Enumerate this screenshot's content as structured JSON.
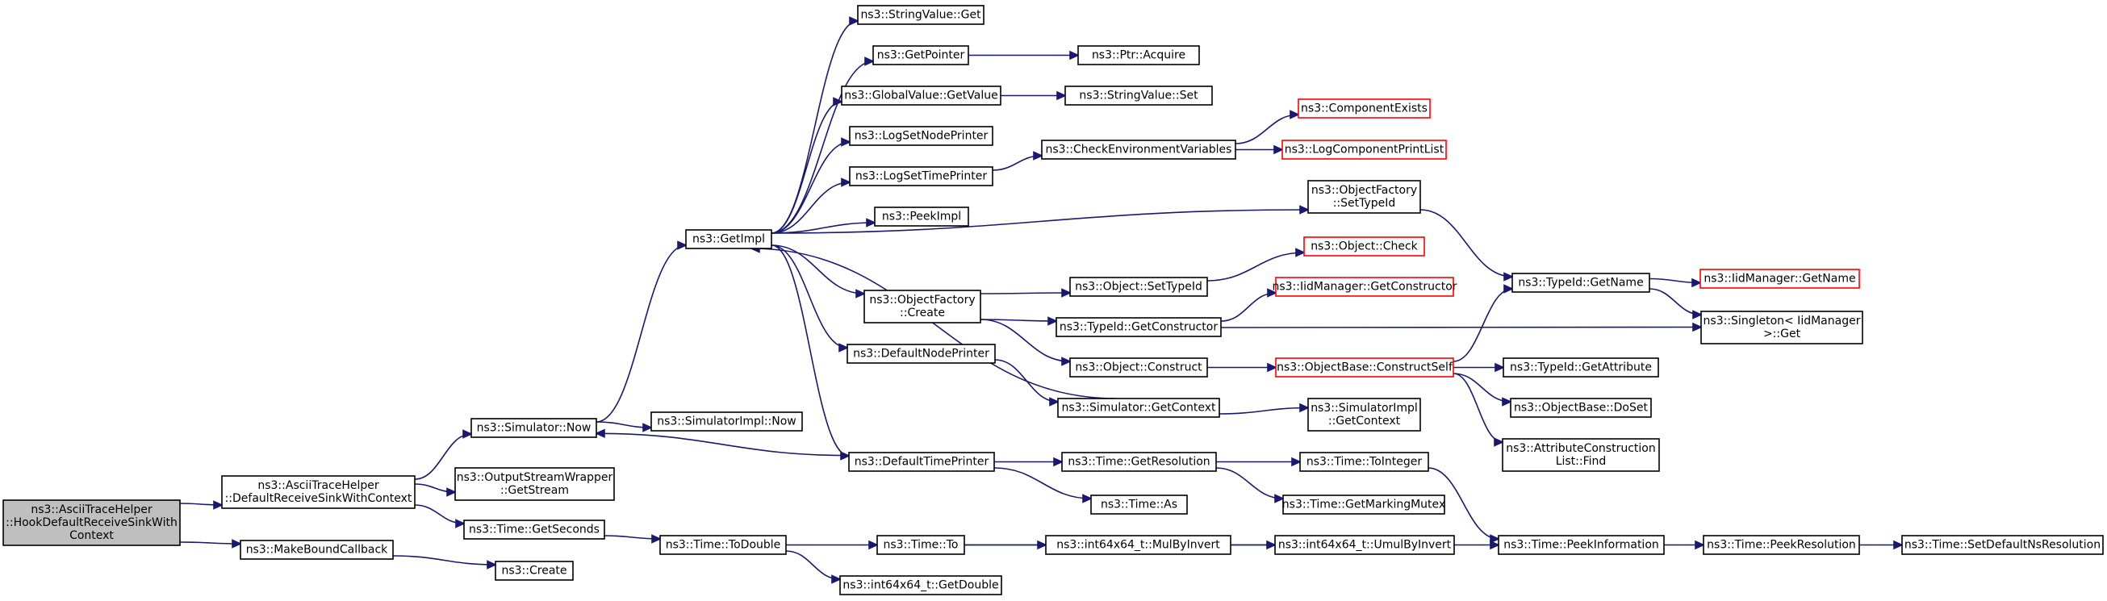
{
  "nodes": [
    {
      "id": "root",
      "lines": [
        "ns3::AsciiTraceHelper",
        "::HookDefaultReceiveSinkWith",
        "Context"
      ],
      "style": "root"
    },
    {
      "id": "drswc",
      "lines": [
        "ns3::AsciiTraceHelper",
        "::DefaultReceiveSinkWithContext"
      ]
    },
    {
      "id": "mbc",
      "lines": [
        "ns3::MakeBoundCallback"
      ]
    },
    {
      "id": "create",
      "lines": [
        "ns3::Create"
      ]
    },
    {
      "id": "simnow",
      "lines": [
        "ns3::Simulator::Now"
      ]
    },
    {
      "id": "oswgs",
      "lines": [
        "ns3::OutputStreamWrapper",
        "::GetStream"
      ]
    },
    {
      "id": "tgs",
      "lines": [
        "ns3::Time::GetSeconds"
      ]
    },
    {
      "id": "simimplnow",
      "lines": [
        "ns3::SimulatorImpl::Now"
      ]
    },
    {
      "id": "getimpl",
      "lines": [
        "ns3::GetImpl"
      ]
    },
    {
      "id": "ttd",
      "lines": [
        "ns3::Time::ToDouble"
      ]
    },
    {
      "id": "svget",
      "lines": [
        "ns3::StringValue::Get"
      ]
    },
    {
      "id": "getpointer",
      "lines": [
        "ns3::GetPointer"
      ]
    },
    {
      "id": "gvgv",
      "lines": [
        "ns3::GlobalValue::GetValue"
      ]
    },
    {
      "id": "lsnp",
      "lines": [
        "ns3::LogSetNodePrinter"
      ]
    },
    {
      "id": "lstp",
      "lines": [
        "ns3::LogSetTimePrinter"
      ]
    },
    {
      "id": "peekimpl",
      "lines": [
        "ns3::PeekImpl"
      ]
    },
    {
      "id": "ofcreate",
      "lines": [
        "ns3::ObjectFactory",
        "::Create"
      ]
    },
    {
      "id": "dnp",
      "lines": [
        "ns3::DefaultNodePrinter"
      ]
    },
    {
      "id": "dtp",
      "lines": [
        "ns3::DefaultTimePrinter"
      ]
    },
    {
      "id": "ptracq",
      "lines": [
        "ns3::Ptr::Acquire"
      ]
    },
    {
      "id": "svset",
      "lines": [
        "ns3::StringValue::Set"
      ]
    },
    {
      "id": "cev",
      "lines": [
        "ns3::CheckEnvironmentVariables"
      ]
    },
    {
      "id": "ofsti",
      "lines": [
        "ns3::ObjectFactory",
        "::SetTypeId"
      ]
    },
    {
      "id": "objsti",
      "lines": [
        "ns3::Object::SetTypeId"
      ]
    },
    {
      "id": "tigc",
      "lines": [
        "ns3::TypeId::GetConstructor"
      ]
    },
    {
      "id": "objconstruct",
      "lines": [
        "ns3::Object::Construct"
      ]
    },
    {
      "id": "simgc",
      "lines": [
        "ns3::Simulator::GetContext"
      ]
    },
    {
      "id": "tgr",
      "lines": [
        "ns3::Time::GetResolution"
      ]
    },
    {
      "id": "tas",
      "lines": [
        "ns3::Time::As"
      ]
    },
    {
      "id": "tto",
      "lines": [
        "ns3::Time::To"
      ]
    },
    {
      "id": "i64gd",
      "lines": [
        "ns3::int64x64_t::GetDouble"
      ]
    },
    {
      "id": "compexists",
      "lines": [
        "ns3::ComponentExists"
      ],
      "style": "red"
    },
    {
      "id": "lcpl",
      "lines": [
        "ns3::LogComponentPrintList"
      ],
      "style": "red"
    },
    {
      "id": "objcheck",
      "lines": [
        "ns3::Object::Check"
      ],
      "style": "red"
    },
    {
      "id": "iidgc",
      "lines": [
        "ns3::IidManager::GetConstructor"
      ],
      "style": "red"
    },
    {
      "id": "obcs",
      "lines": [
        "ns3::ObjectBase::ConstructSelf"
      ],
      "style": "red"
    },
    {
      "id": "simimplgc",
      "lines": [
        "ns3::SimulatorImpl",
        "::GetContext"
      ]
    },
    {
      "id": "ttoint",
      "lines": [
        "ns3::Time::ToInteger"
      ]
    },
    {
      "id": "tgmm",
      "lines": [
        "ns3::Time::GetMarkingMutex"
      ]
    },
    {
      "id": "mulbyinv",
      "lines": [
        "ns3::int64x64_t::MulByInvert"
      ]
    },
    {
      "id": "umulbyinv",
      "lines": [
        "ns3::int64x64_t::UmulByInvert"
      ]
    },
    {
      "id": "tigetname",
      "lines": [
        "ns3::TypeId::GetName"
      ]
    },
    {
      "id": "tiga",
      "lines": [
        "ns3::TypeId::GetAttribute"
      ]
    },
    {
      "id": "obdoset",
      "lines": [
        "ns3::ObjectBase::DoSet"
      ]
    },
    {
      "id": "aclfind",
      "lines": [
        "ns3::AttributeConstruction",
        "List::Find"
      ]
    },
    {
      "id": "tpi",
      "lines": [
        "ns3::Time::PeekInformation"
      ]
    },
    {
      "id": "iidgetname",
      "lines": [
        "ns3::IidManager::GetName"
      ],
      "style": "red"
    },
    {
      "id": "singleton",
      "lines": [
        "ns3::Singleton< IidManager",
        " >::Get"
      ]
    },
    {
      "id": "tpr",
      "lines": [
        "ns3::Time::PeekResolution"
      ]
    },
    {
      "id": "tsdnr",
      "lines": [
        "ns3::Time::SetDefaultNsResolution"
      ]
    }
  ],
  "edges": [
    [
      "root",
      "drswc"
    ],
    [
      "root",
      "mbc"
    ],
    [
      "mbc",
      "create"
    ],
    [
      "drswc",
      "simnow"
    ],
    [
      "drswc",
      "oswgs"
    ],
    [
      "drswc",
      "tgs"
    ],
    [
      "simnow",
      "simimplnow"
    ],
    [
      "simnow",
      "getimpl"
    ],
    [
      "tgs",
      "ttd"
    ],
    [
      "getimpl",
      "svget"
    ],
    [
      "getimpl",
      "getpointer"
    ],
    [
      "getimpl",
      "gvgv"
    ],
    [
      "getimpl",
      "lsnp"
    ],
    [
      "getimpl",
      "lstp"
    ],
    [
      "getimpl",
      "peekimpl"
    ],
    [
      "getimpl",
      "ofsti"
    ],
    [
      "getimpl",
      "ofcreate"
    ],
    [
      "getimpl",
      "dnp"
    ],
    [
      "getimpl",
      "dtp"
    ],
    [
      "getpointer",
      "ptracq"
    ],
    [
      "gvgv",
      "svset"
    ],
    [
      "lstp",
      "cev"
    ],
    [
      "cev",
      "compexists"
    ],
    [
      "cev",
      "lcpl"
    ],
    [
      "ofcreate",
      "objsti"
    ],
    [
      "ofcreate",
      "tigc"
    ],
    [
      "ofcreate",
      "objconstruct"
    ],
    [
      "simgc",
      "getimpl"
    ],
    [
      "dnp",
      "simgc"
    ],
    [
      "dtp",
      "simnow"
    ],
    [
      "dtp",
      "tgr"
    ],
    [
      "dtp",
      "tas"
    ],
    [
      "ttd",
      "tto"
    ],
    [
      "ttd",
      "i64gd"
    ],
    [
      "objsti",
      "objcheck"
    ],
    [
      "tigc",
      "iidgc"
    ],
    [
      "tigc",
      "singleton"
    ],
    [
      "objconstruct",
      "obcs"
    ],
    [
      "simgc",
      "simimplgc"
    ],
    [
      "tgr",
      "ttoint"
    ],
    [
      "tgr",
      "tgmm"
    ],
    [
      "tto",
      "mulbyinv"
    ],
    [
      "tto",
      "tpi"
    ],
    [
      "mulbyinv",
      "umulbyinv"
    ],
    [
      "ofsti",
      "tigetname"
    ],
    [
      "obcs",
      "tigetname"
    ],
    [
      "obcs",
      "tiga"
    ],
    [
      "obcs",
      "obdoset"
    ],
    [
      "obcs",
      "aclfind"
    ],
    [
      "ttoint",
      "tpi"
    ],
    [
      "tigetname",
      "iidgetname"
    ],
    [
      "tigetname",
      "singleton"
    ],
    [
      "tpi",
      "tpr"
    ],
    [
      "tpr",
      "tsdnr"
    ]
  ]
}
